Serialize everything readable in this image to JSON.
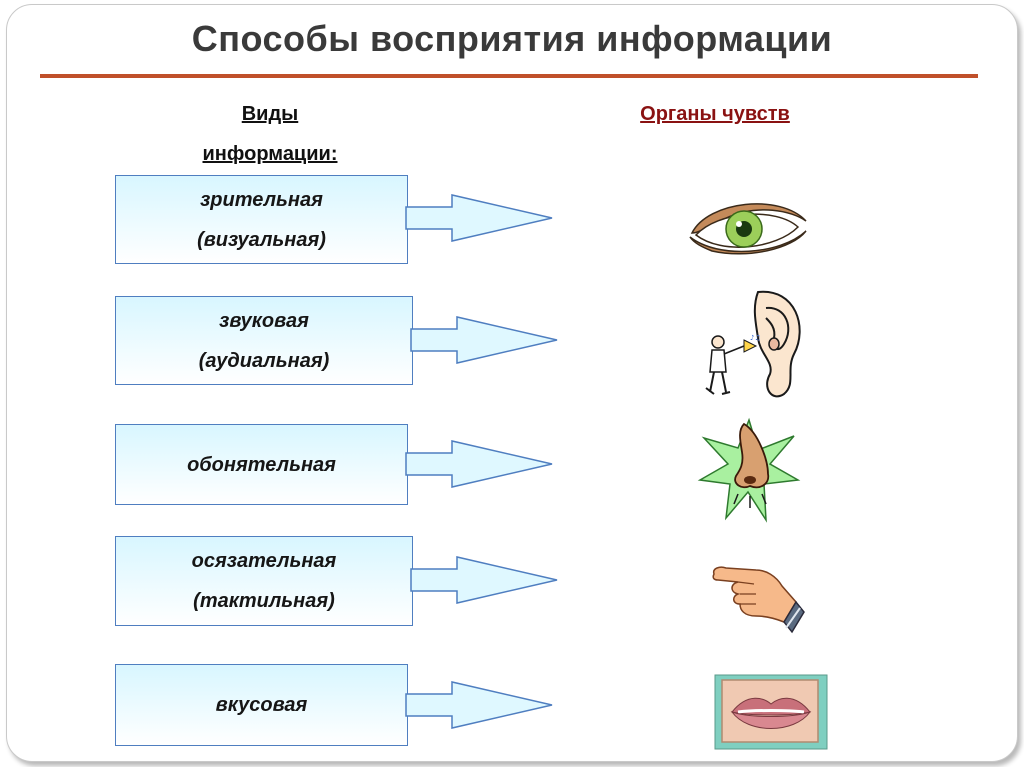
{
  "title": "Способы восприятия информации",
  "headers": {
    "types_line1": "Виды",
    "types_line2": "информации:",
    "organs": "Органы чувств"
  },
  "rows": [
    {
      "line1": "зрительная",
      "line2": "(визуальная)",
      "organ_icon": "eye-icon"
    },
    {
      "line1": "звуковая",
      "line2": "(аудиальная)",
      "organ_icon": "ear-icon"
    },
    {
      "line1": "обонятельная",
      "line2": "",
      "organ_icon": "nose-icon"
    },
    {
      "line1": "осязательная",
      "line2": "(тактильная)",
      "organ_icon": "hand-icon"
    },
    {
      "line1": "вкусовая",
      "line2": "",
      "organ_icon": "lips-icon"
    }
  ],
  "colors": {
    "title_rule": "#c0502a",
    "organs_header": "#8a1212",
    "box_border": "#4f7ec0",
    "box_fill": "#d8f6ff"
  }
}
